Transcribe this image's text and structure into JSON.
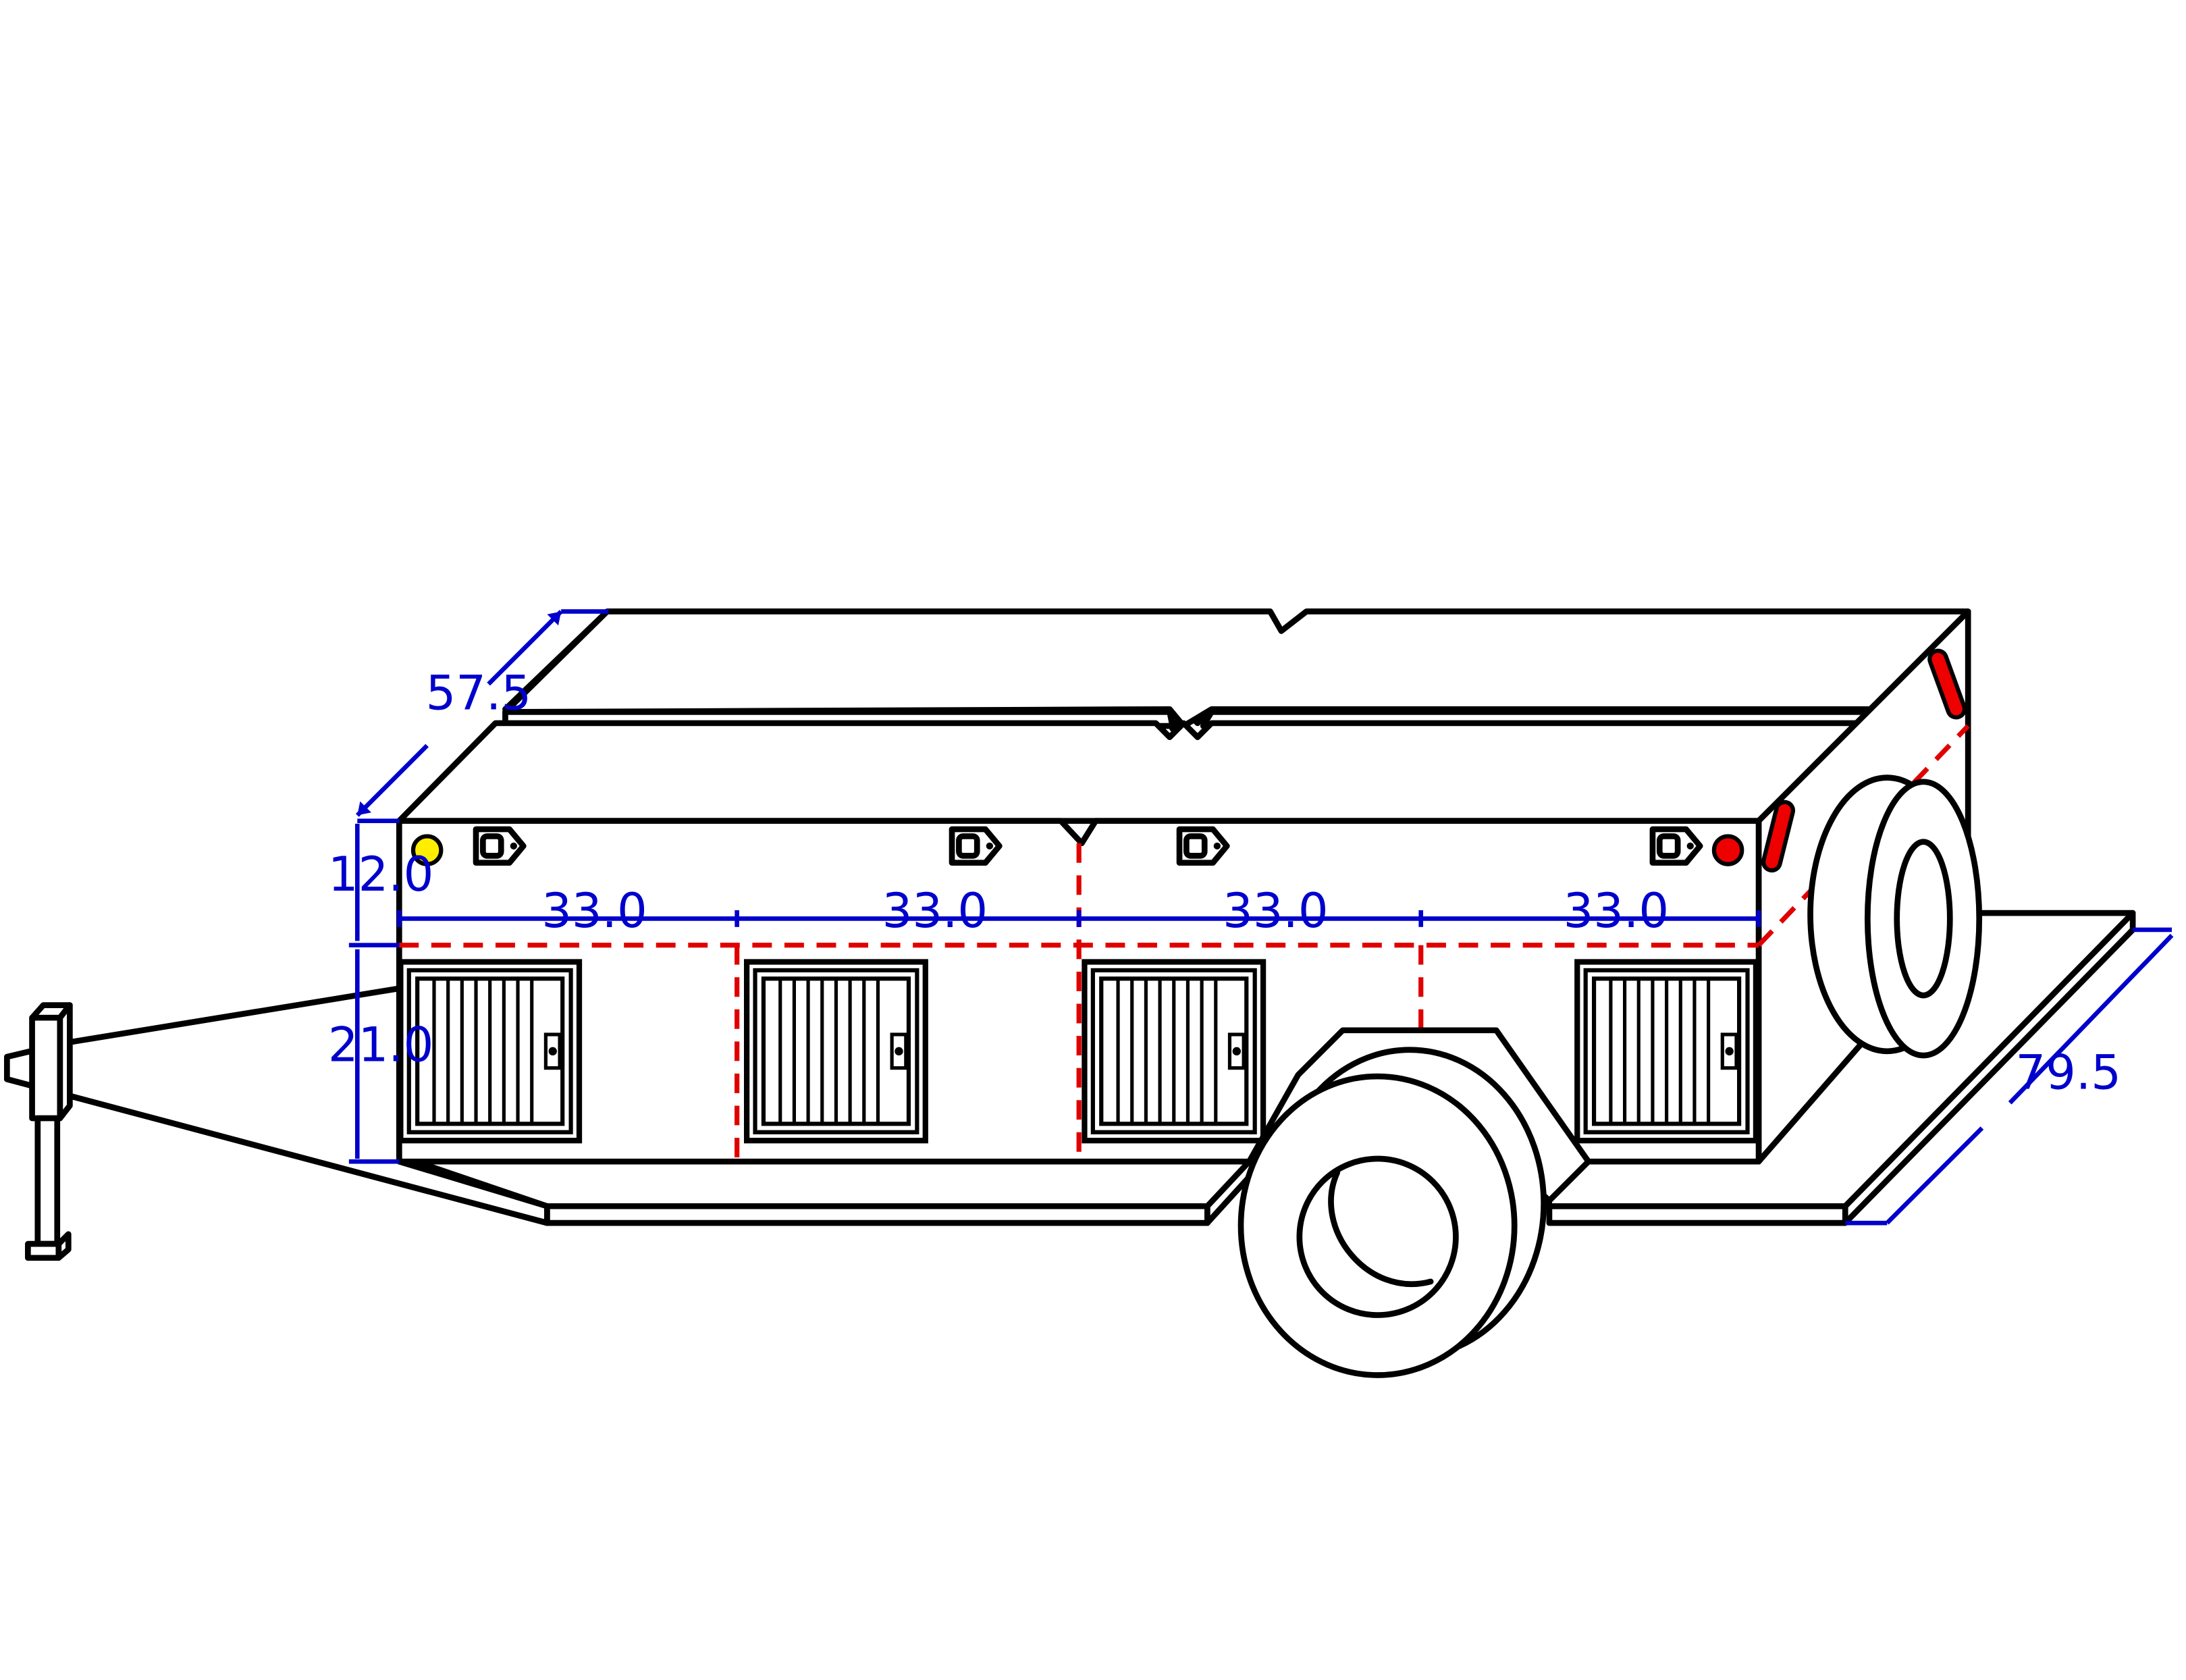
{
  "dimensions": {
    "depth": "57.5",
    "upper_height": "12.0",
    "lower_height": "21.0",
    "bay_1_width": "33.0",
    "bay_2_width": "33.0",
    "bay_3_width": "33.0",
    "bay_4_width": "33.0",
    "trailer_length": "79.5"
  },
  "colors": {
    "outline": "#000000",
    "dimension": "#0000cc",
    "centerline": "#e00000",
    "amber_marker": "#ffee00",
    "red_marker": "#ee0000",
    "reflector": "#ee0000"
  }
}
